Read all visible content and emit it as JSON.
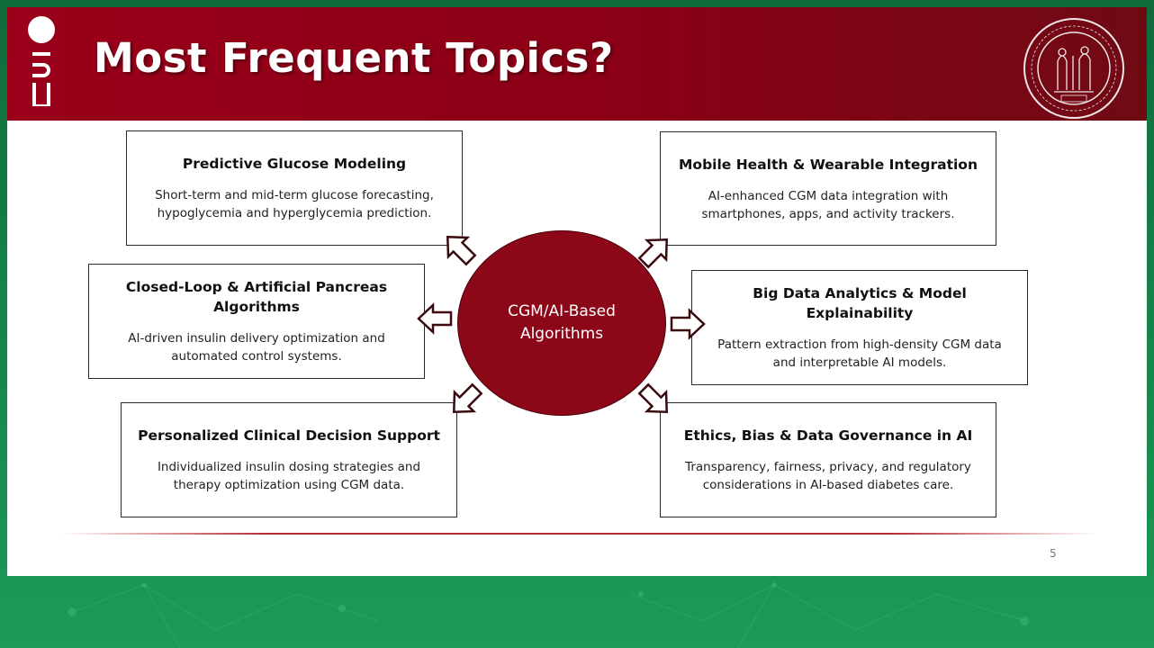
{
  "slide": {
    "title": "Most Frequent Topics?",
    "page_number": "5",
    "center_line1": "CGM/AI-Based",
    "center_line2": "Algorithms"
  },
  "topics": [
    {
      "title": "Predictive Glucose Modeling",
      "desc1": "Short-term and mid-term glucose forecasting,",
      "desc2": "hypoglycemia and hyperglycemia prediction."
    },
    {
      "title": "Mobile Health & Wearable Integration",
      "desc1": "AI-enhanced CGM data integration with",
      "desc2": "smartphones, apps, and activity trackers."
    },
    {
      "title1": "Closed-Loop & Artificial Pancreas",
      "title2": "Algorithms",
      "desc1": "AI-driven insulin delivery optimization and",
      "desc2": "automated control systems."
    },
    {
      "title1": "Big Data Analytics & Model",
      "title2": "Explainability",
      "desc1": "Pattern extraction from high-density CGM data",
      "desc2": "and interpretable AI models."
    },
    {
      "title": "Personalized Clinical Decision Support",
      "desc1": "Individualized insulin dosing strategies and",
      "desc2": "therapy optimization using CGM data."
    },
    {
      "title": "Ethics, Bias & Data Governance in AI",
      "desc1": "Transparency, fairness, privacy, and regulatory",
      "desc2": "considerations in AI-based diabetes care."
    }
  ],
  "colors": {
    "header": "#8a0016",
    "center_circle": "#8c0718",
    "background": "#178a4f"
  },
  "icons": {
    "logo": "unipd-logo-icon",
    "seal": "university-seal-icon",
    "arrows": "outline-arrow-icon"
  }
}
